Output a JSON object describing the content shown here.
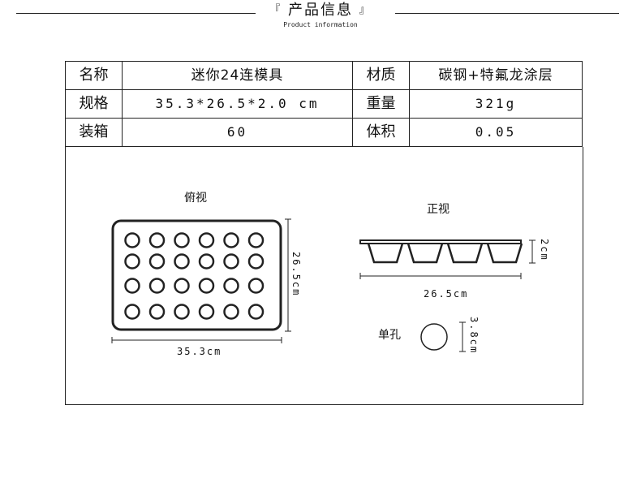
{
  "header": {
    "title": "产品信息",
    "bracket_left": "『",
    "bracket_right": "』",
    "subtitle": "Product information"
  },
  "spec_table": {
    "rows": [
      {
        "label1": "名称",
        "value1": "迷你24连模具",
        "label2": "材质",
        "value2": "碳钢+特氟龙涂层"
      },
      {
        "label1": "规格",
        "value1": "35.3*26.5*2.0 cm",
        "label2": "重量",
        "value2": "321g"
      },
      {
        "label1": "装箱",
        "value1": "60",
        "label2": "体积",
        "value2": "0.05"
      }
    ]
  },
  "diagram": {
    "top_view_label": "俯视",
    "front_view_label": "正视",
    "single_hole_label": "单孔",
    "top_width_dim": "35.3cm",
    "top_depth_dim": "26.5cm",
    "front_width_dim": "26.5cm",
    "front_height_dim": "2cm",
    "hole_dim": "3.8cm",
    "cavity_rows": 4,
    "cavity_cols": 6,
    "front_cups": 4
  },
  "colors": {
    "line": "#222222",
    "background": "#ffffff"
  }
}
